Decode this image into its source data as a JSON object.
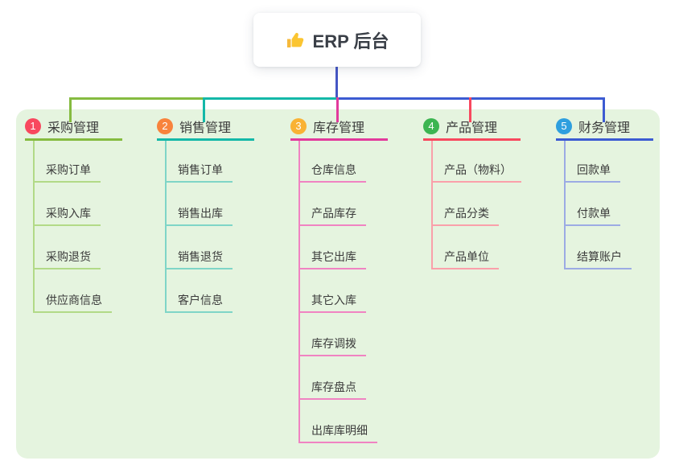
{
  "root": {
    "title": "ERP 后台",
    "icon": "thumbs-up",
    "line_color": "#4556c5"
  },
  "panel": {
    "background_color": "#e5f4df"
  },
  "connectors": {
    "segment_colors": [
      "#85bb40",
      "#14b8a8",
      "#3c5bd2"
    ]
  },
  "branches": [
    {
      "index": "1",
      "title": "采购管理",
      "badge_color": "#f8485e",
      "line_color": "#85bb40",
      "light_color": "#b2da87",
      "children": [
        "采购订单",
        "采购入库",
        "采购退货",
        "供应商信息"
      ]
    },
    {
      "index": "2",
      "title": "销售管理",
      "badge_color": "#f8833c",
      "line_color": "#14b8a8",
      "light_color": "#7fd5c7",
      "children": [
        "销售订单",
        "销售出库",
        "销售退货",
        "客户信息"
      ]
    },
    {
      "index": "3",
      "title": "库存管理",
      "badge_color": "#f9b234",
      "line_color": "#e23a9c",
      "light_color": "#f083c2",
      "children": [
        "仓库信息",
        "产品库存",
        "其它出库",
        "其它入库",
        "库存调拨",
        "库存盘点",
        "出库库明细"
      ]
    },
    {
      "index": "4",
      "title": "产品管理",
      "badge_color": "#3cb551",
      "line_color": "#f8485e",
      "light_color": "#faa0aa",
      "children": [
        "产品（物料）",
        "产品分类",
        "产品单位"
      ]
    },
    {
      "index": "5",
      "title": "财务管理",
      "badge_color": "#2e9fdf",
      "line_color": "#3c5bd2",
      "light_color": "#9cabe4",
      "children": [
        "回款单",
        "付款单",
        "结算账户"
      ]
    }
  ]
}
